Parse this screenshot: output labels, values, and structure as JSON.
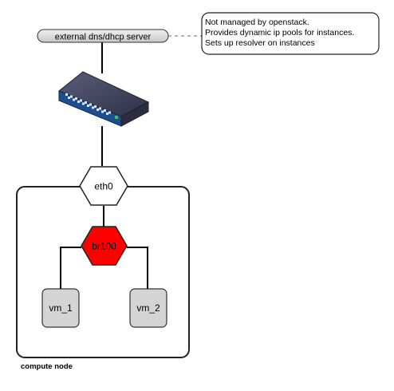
{
  "server": {
    "label": "external dns/dhcp server"
  },
  "note": {
    "lines": [
      "Not managed by openstack.",
      "Provides dynamic ip pools for instances.",
      "Sets up resolver on instances"
    ]
  },
  "switch": {
    "icon": "network-switch-icon"
  },
  "interfaces": {
    "eth0": "eth0",
    "bridge": "br100"
  },
  "vms": [
    {
      "label": "vm_1"
    },
    {
      "label": "vm_2"
    }
  ],
  "compute_node": {
    "label": "compute node"
  },
  "colors": {
    "bridge_fill": "#ff0000",
    "vm_fill": "#d4d4d4",
    "server_fill": "#dcdcdc",
    "switch_body": "#3d3f5c",
    "switch_front": "#20508f"
  }
}
